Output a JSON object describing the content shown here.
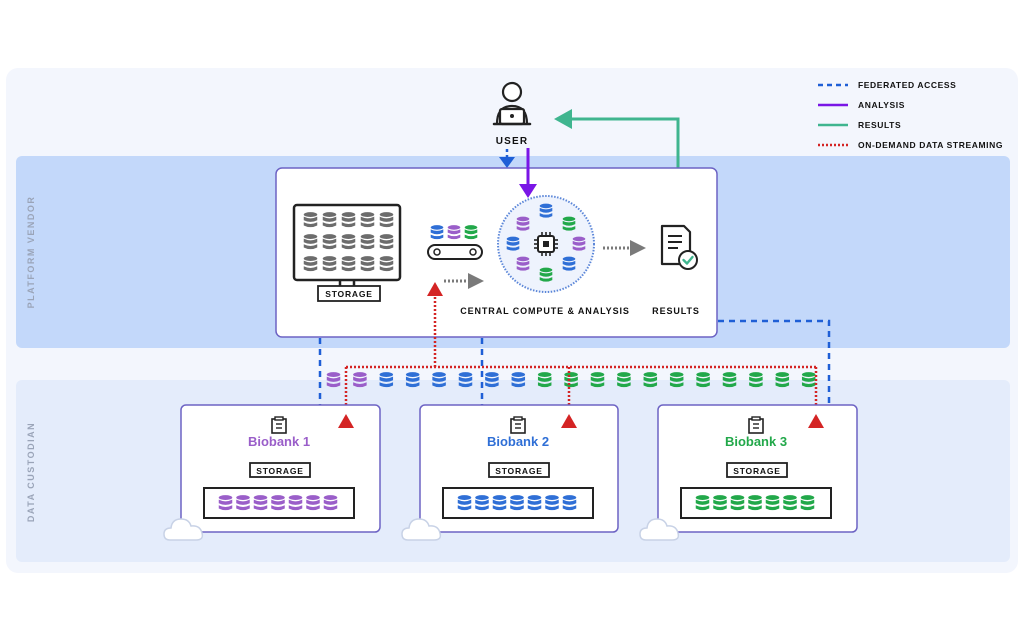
{
  "colors": {
    "outer_bg": "#f3f6fd",
    "platform_band": "#c3d8fa",
    "custodian_band": "#e4ecfb",
    "box_border": "#6d63c4",
    "federated": "#1f5fd6",
    "analysis": "#7a16e6",
    "results": "#3fb58f",
    "streaming": "#d42424",
    "db_gray": "#6c6c6c",
    "db_purple": "#9a5ec9",
    "db_blue": "#2f6fd6",
    "db_green": "#22a84a",
    "arrow_gray": "#7a7a7a",
    "band_label": "#9aa4b8"
  },
  "legend": {
    "items": [
      {
        "label": "FEDERATED ACCESS",
        "style": "dashed",
        "color": "#1f5fd6"
      },
      {
        "label": "ANALYSIS",
        "style": "solid",
        "color": "#7a16e6"
      },
      {
        "label": "RESULTS",
        "style": "solid",
        "color": "#3fb58f"
      },
      {
        "label": "ON-DEMAND DATA STREAMING",
        "style": "dotted",
        "color": "#d42424"
      }
    ]
  },
  "bands": {
    "platform": "PLATFORM VENDOR",
    "custodian": "DATA CUSTODIAN"
  },
  "user": {
    "label": "USER",
    "icon": "user-laptop-icon"
  },
  "platform": {
    "storage_label": "STORAGE",
    "compute_label": "CENTRAL COMPUTE & ANALYSIS",
    "results_label": "RESULTS",
    "compute_icon": "cpu-chip-icon",
    "results_icon": "document-check-icon",
    "conveyor_icon": "conveyor-belt-icon"
  },
  "biobanks": [
    {
      "name": "Biobank 1",
      "color": "#9a5ec9",
      "storage_label": "STORAGE",
      "icon": "building-icon"
    },
    {
      "name": "Biobank 2",
      "color": "#2f6fd6",
      "storage_label": "STORAGE",
      "icon": "building-icon"
    },
    {
      "name": "Biobank 3",
      "color": "#22a84a",
      "storage_label": "STORAGE",
      "icon": "building-icon"
    }
  ],
  "stream_row": [
    "purple",
    "purple",
    "blue",
    "blue",
    "blue",
    "blue",
    "blue",
    "blue",
    "green",
    "green",
    "green",
    "green",
    "green",
    "green",
    "green",
    "green",
    "green",
    "green",
    "green"
  ]
}
